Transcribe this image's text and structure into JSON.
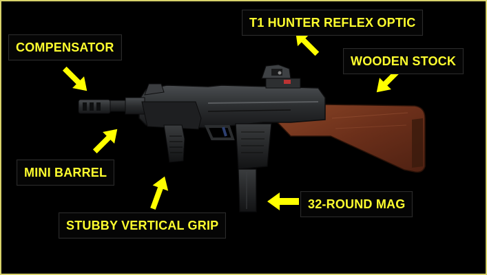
{
  "loadout": {
    "attachments": [
      {
        "id": "optic",
        "label": "T1 HUNTER REFLEX OPTIC"
      },
      {
        "id": "muzzle",
        "label": "COMPENSATOR"
      },
      {
        "id": "stock",
        "label": "WOODEN STOCK"
      },
      {
        "id": "barrel",
        "label": "MINI BARREL"
      },
      {
        "id": "magazine",
        "label": "32-ROUND MAG"
      },
      {
        "id": "underbarrel",
        "label": "STUBBY VERTICAL GRIP"
      }
    ]
  },
  "colors": {
    "label_text": "#ffff2e",
    "label_bg": "#050505",
    "arrow": "#ffff00",
    "frame_border": "#d8d26b",
    "background": "#000000",
    "gun_metal": "#2a2c2e",
    "wood": "#7a3a22"
  },
  "icons": {
    "arrow": "yellow-pointer-arrow"
  }
}
